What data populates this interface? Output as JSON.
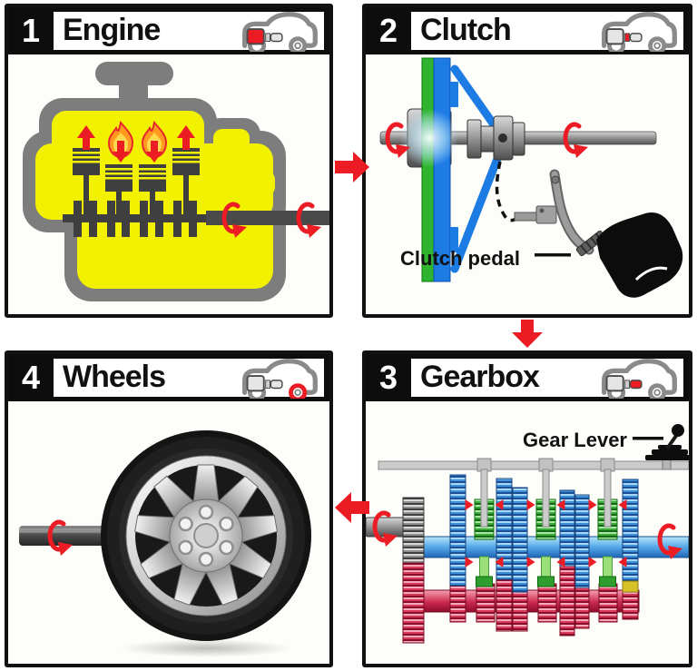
{
  "diagram": {
    "subject": "Manual transmission power flow",
    "panels": [
      {
        "number": "1",
        "title": "Engine",
        "car_indicator_highlight": "engine"
      },
      {
        "number": "2",
        "title": "Clutch",
        "car_indicator_highlight": "clutch"
      },
      {
        "number": "3",
        "title": "Gearbox",
        "car_indicator_highlight": "gearbox"
      },
      {
        "number": "4",
        "title": "Wheels",
        "car_indicator_highlight": "wheel"
      }
    ],
    "annotations": {
      "clutch_pedal": "Clutch pedal",
      "gear_lever": "Gear Lever"
    },
    "flow": [
      {
        "from": "1",
        "to": "2",
        "direction": "right"
      },
      {
        "from": "2",
        "to": "3",
        "direction": "down"
      },
      {
        "from": "3",
        "to": "4",
        "direction": "left"
      }
    ]
  },
  "colors": {
    "panel_border": "#111111",
    "header_bg": "#0d0d0d",
    "header_text": "#ffffff",
    "title_text": "#111111",
    "flow_arrow": "#ec1c24",
    "engine_yellow": "#f2f200",
    "engine_gray": "#7d7d7d",
    "clutch_disc_green": "#2eb42e",
    "pressure_plate_blue": "#1d7ce4",
    "gear_blue": "#3f8fd8",
    "gear_red": "#d83a5c",
    "synchro_green": "#3aa83a",
    "shaft_gray": "#8a8a8a"
  }
}
